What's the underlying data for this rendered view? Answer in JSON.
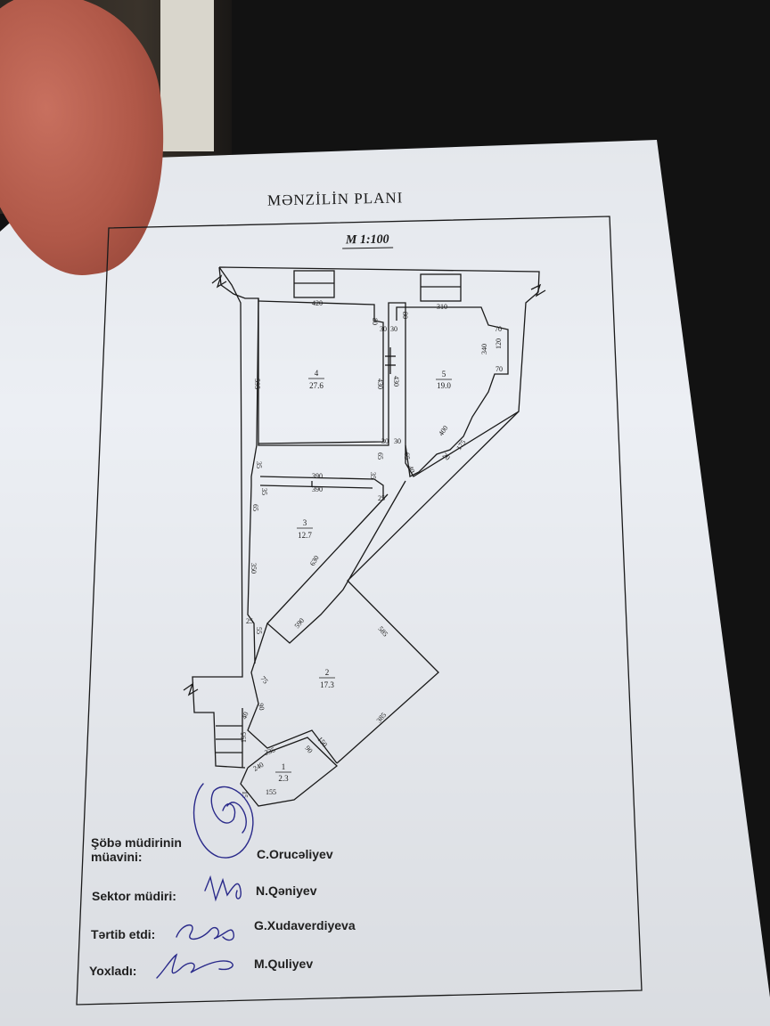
{
  "document": {
    "title": "MƏNZİLİN PLANI",
    "scale": "M 1:100"
  },
  "rooms": [
    {
      "id": "1",
      "area": "2.3"
    },
    {
      "id": "2",
      "area": "17.3"
    },
    {
      "id": "3",
      "area": "12.7"
    },
    {
      "id": "4",
      "area": "27.6"
    },
    {
      "id": "5",
      "area": "19.0"
    }
  ],
  "dimensions": {
    "d420": "420",
    "d80a": "80",
    "d80b": "80",
    "d310": "310",
    "d30a": "30",
    "d30b": "30",
    "d70a": "70",
    "d340": "340",
    "d120": "120",
    "d70b": "70",
    "d595": "595",
    "d430a": "430",
    "d430b": "430",
    "d400": "400",
    "d30c": "30",
    "d30d": "30",
    "d65a": "65",
    "d40": "40",
    "d20": "20",
    "d175": "175",
    "d35a": "35",
    "d390a": "390",
    "d390b": "390",
    "d35b": "35",
    "d65b": "65",
    "d35c": "35",
    "d25a": "25",
    "d65c": "65",
    "d350": "350",
    "d630": "630",
    "d25b": "25",
    "d55": "55",
    "d590": "590",
    "d585a": "585",
    "d75": "75",
    "d90a": "90",
    "d40b": "40",
    "d385": "385",
    "d195": "195",
    "d235": "235",
    "d150": "150",
    "d90b": "90",
    "d240": "240",
    "d155": "155",
    "d15": "15"
  },
  "signatures": [
    {
      "label_line1": "Şöbə müdirinin",
      "label_line2": "müavini:",
      "name": "C.Orucəliyev"
    },
    {
      "label_line1": "Sektor müdiri:",
      "name": "N.Qəniyev"
    },
    {
      "label_line1": "Tərtib etdi:",
      "name": "G.Xudaverdiyeva"
    },
    {
      "label_line1": "Yoxladı:",
      "name": "M.Quliyev"
    }
  ],
  "colors": {
    "paper": "#eceff4",
    "ink": "#1a1a1a",
    "signature_ink": "#2a2a8a"
  }
}
